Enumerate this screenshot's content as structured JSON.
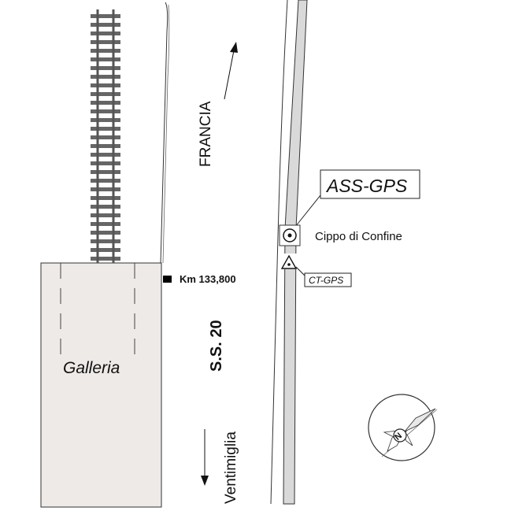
{
  "labels": {
    "francia": "FRANCIA",
    "ass_gps": "ASS-GPS",
    "cippo": "Cippo di Confine",
    "ct_gps": "CT-GPS",
    "km": "Km 133,800",
    "road": "S.S. 20",
    "galleria": "Galleria",
    "ventimiglia": "Ventimiglia"
  },
  "compass": {
    "north_label": "N"
  },
  "colors": {
    "tunnel_fill": "#eeeae7",
    "road_band": "#d9d9d9",
    "rail": "#555555",
    "sleeper": "#666666",
    "line": "#222222"
  },
  "icons": {
    "station": "circle-dot-marker",
    "benchmark": "triangle-dot-marker",
    "km_marker": "black-square-marker"
  }
}
